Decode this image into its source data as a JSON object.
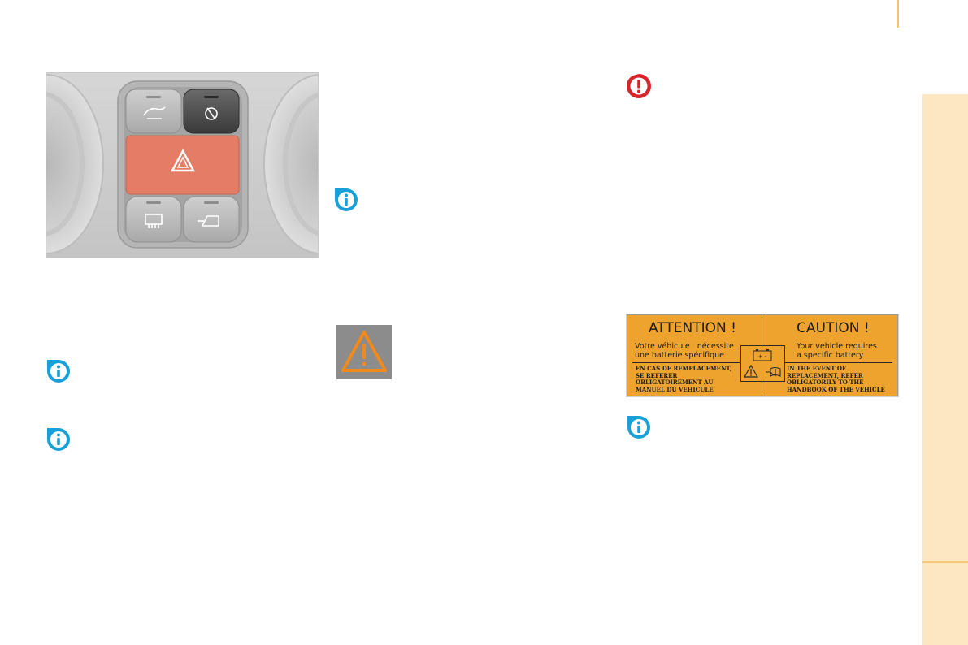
{
  "colors": {
    "page_band": "#fde7c2",
    "accent_orange": "#f5c46b",
    "info_blue": "#1aa0d8",
    "alert_red": "#d7262b",
    "label_orange": "#eda32e",
    "hazard_red": "#e47c66"
  },
  "icons": {
    "info": "info-icon",
    "alert": "exclamation-icon",
    "warning": "warning-triangle-icon",
    "hazard": "hazard-triangle-icon",
    "battery": "battery-icon",
    "manual": "manual-book-icon"
  },
  "battery_label": {
    "left": {
      "title": "ATTENTION !",
      "subtitle": "Votre véhicule   nécessite\nune batterie spécifique",
      "fine_print": "EN CAS DE REMPLACEMENT,\nSE REFERER\nOBLIGATOIREMENT AU\nMANUEL DU VEHICULE"
    },
    "right": {
      "title": "CAUTION !",
      "subtitle": "Your vehicle requires\na specific battery",
      "fine_print": "IN THE EVENT OF\nREPLACEMENT, REFER\nOBLIGATORILY TO THE\nHANDBOOK OF THE VEHICLE"
    },
    "battery_polarity": "+ -"
  }
}
